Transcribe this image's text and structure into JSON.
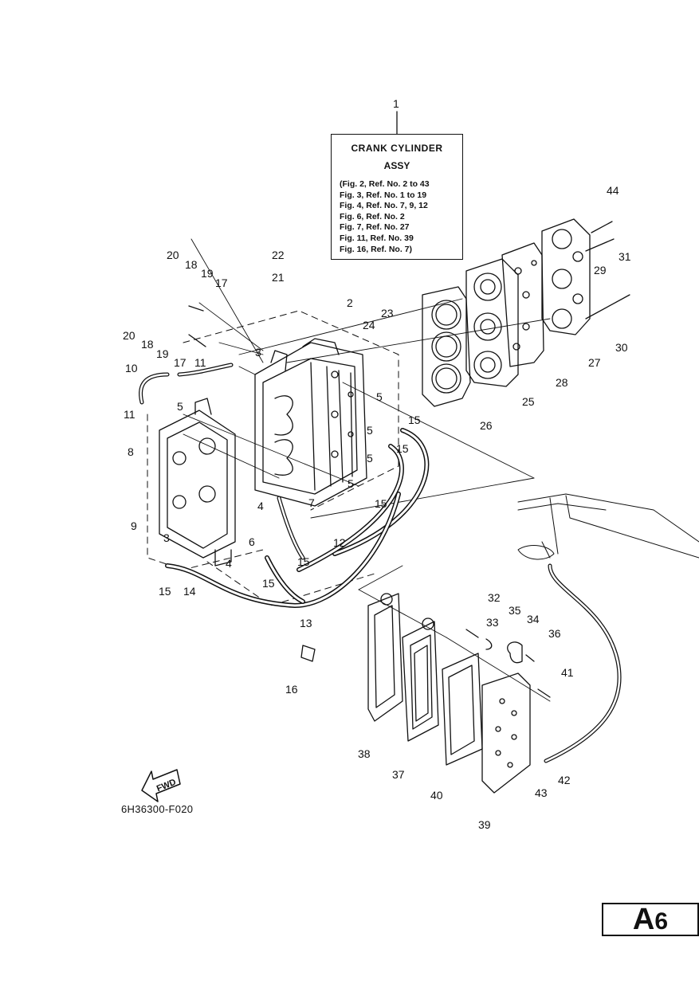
{
  "info_box": {
    "title": "CRANK CYLINDER",
    "subtitle": "ASSY",
    "lines": [
      "(Fig. 2, Ref. No. 2 to 43",
      "Fig. 3, Ref. No. 1 to 19",
      "Fig. 4, Ref. No. 7, 9, 12",
      "Fig. 6, Ref. No. 2",
      "Fig. 7, Ref. No. 27",
      "Fig. 11, Ref. No. 39",
      "Fig. 16, Ref. No. 7)"
    ]
  },
  "fwd_label": "FWD",
  "diagram_code": "6H36300-F020",
  "page_label": {
    "letter": "A",
    "number": "6"
  },
  "callouts": [
    "1",
    "2",
    "3",
    "3",
    "4",
    "4",
    "5",
    "5",
    "5",
    "5",
    "5",
    "6",
    "7",
    "8",
    "9",
    "10",
    "11",
    "11",
    "12",
    "13",
    "14",
    "15",
    "15",
    "15",
    "15",
    "15",
    "15",
    "16",
    "17",
    "17",
    "18",
    "18",
    "19",
    "19",
    "20",
    "20",
    "21",
    "22",
    "23",
    "24",
    "25",
    "26",
    "27",
    "28",
    "29",
    "30",
    "31",
    "32",
    "33",
    "34",
    "35",
    "36",
    "37",
    "38",
    "39",
    "40",
    "41",
    "42",
    "43",
    "44"
  ],
  "colors": {
    "ink": "#111111",
    "background": "#ffffff"
  }
}
